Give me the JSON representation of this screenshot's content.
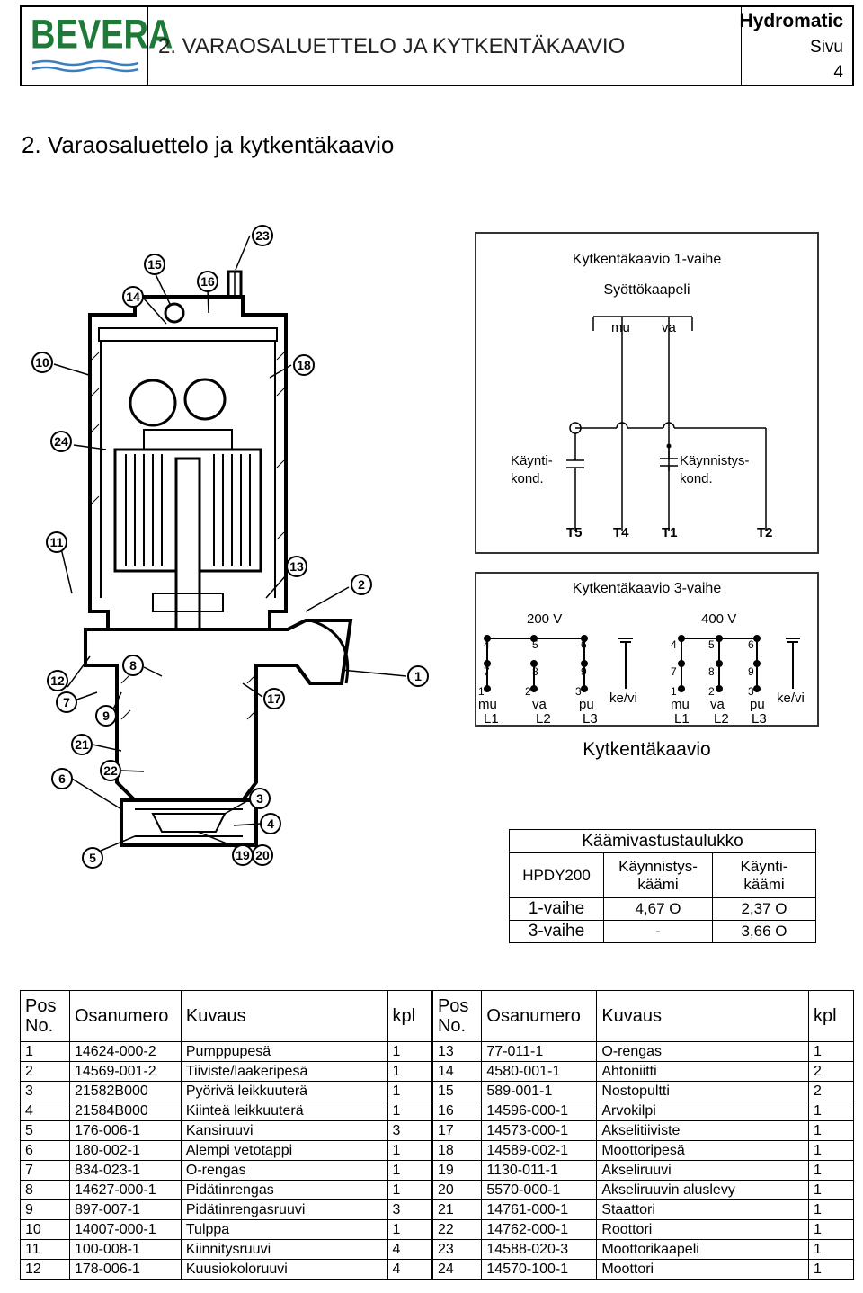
{
  "header": {
    "logo": "BEVERA",
    "title": "2. VARAOSALUETTELO JA KYTKENTÄKAAVIO",
    "brand": "Hydromatic",
    "page_label": "Sivu",
    "page_number": "4"
  },
  "section_title": "2. Varaosaluettelo ja kytkentäkaavio",
  "pump_diagram": {
    "callouts": [
      "23",
      "15",
      "16",
      "14",
      "10",
      "18",
      "24",
      "11",
      "13",
      "2",
      "8",
      "12",
      "7",
      "9",
      "17",
      "1",
      "21",
      "22",
      "6",
      "3",
      "4",
      "5",
      "19",
      "20"
    ]
  },
  "wiring_1phase": {
    "title": "Kytkentäkaavio 1-vaihe",
    "cable_label": "Syöttökaapeli",
    "wire_a": "mu",
    "wire_b": "va",
    "run_cap_line1": "Käynti-",
    "run_cap_line2": "kond.",
    "start_cap_line1": "Käynnistys-",
    "start_cap_line2": "kond.",
    "terminals": [
      "T5",
      "T4",
      "T1",
      "T2"
    ]
  },
  "wiring_3phase": {
    "title": "Kytkentäkaavio 3-vaihe",
    "v200": "200 V",
    "v400": "400 V",
    "top_nums": [
      "4",
      "5",
      "6"
    ],
    "mid_nums": [
      "7",
      "8",
      "9"
    ],
    "bot_nums": [
      "1",
      "2",
      "3"
    ],
    "colors": [
      "mu",
      "va",
      "pu"
    ],
    "phases": [
      "L1",
      "L2",
      "L3"
    ],
    "ground": "ke/vi"
  },
  "diagram_caption": "Kytkentäkaavio",
  "resistance_table": {
    "title": "Käämivastustaulukko",
    "model": "HPDY200",
    "col1_line1": "Käynnistys-",
    "col1_line2": "käämi",
    "col2_line1": "Käynti-",
    "col2_line2": "käämi",
    "rows": [
      {
        "label": "1-vaihe",
        "start": "4,67 O",
        "run": "2,37 O"
      },
      {
        "label": "3-vaihe",
        "start": "-",
        "run": "3,66 O"
      }
    ]
  },
  "parts_table": {
    "headers": {
      "pos_line1": "Pos",
      "pos_line2": "No.",
      "part": "Osanumero",
      "desc": "Kuvaus",
      "qty": "kpl"
    },
    "left": [
      [
        "1",
        "14624-000-2",
        "Pumppupesä",
        "1"
      ],
      [
        "2",
        "14569-001-2",
        "Tiiviste/laakeripesä",
        "1"
      ],
      [
        "3",
        "21582B000",
        "Pyörivä leikkuuterä",
        "1"
      ],
      [
        "4",
        "21584B000",
        "Kiinteä leikkuuterä",
        "1"
      ],
      [
        "5",
        "176-006-1",
        "Kansiruuvi",
        "3"
      ],
      [
        "6",
        "180-002-1",
        "Alempi vetotappi",
        "1"
      ],
      [
        "7",
        "834-023-1",
        "O-rengas",
        "1"
      ],
      [
        "8",
        "14627-000-1",
        "Pidätinrengas",
        "1"
      ],
      [
        "9",
        "897-007-1",
        "Pidätinrengasruuvi",
        "3"
      ],
      [
        "10",
        "14007-000-1",
        "Tulppa",
        "1"
      ],
      [
        "11",
        "100-008-1",
        "Kiinnitysruuvi",
        "4"
      ],
      [
        "12",
        "178-006-1",
        "Kuusiokoloruuvi",
        "4"
      ]
    ],
    "right": [
      [
        "13",
        "77-011-1",
        "O-rengas",
        "1"
      ],
      [
        "14",
        "4580-001-1",
        "Ahtoniitti",
        "2"
      ],
      [
        "15",
        "589-001-1",
        "Nostopultti",
        "2"
      ],
      [
        "16",
        "14596-000-1",
        "Arvokilpi",
        "1"
      ],
      [
        "17",
        "14573-000-1",
        "Akselitiiviste",
        "1"
      ],
      [
        "18",
        "14589-002-1",
        "Moottoripesä",
        "1"
      ],
      [
        "19",
        "1130-011-1",
        "Akseliruuvi",
        "1"
      ],
      [
        "20",
        "5570-000-1",
        "Akseliruuvin aluslevy",
        "1"
      ],
      [
        "21",
        "14761-000-1",
        "Staattori",
        "1"
      ],
      [
        "22",
        "14762-000-1",
        "Roottori",
        "1"
      ],
      [
        "23",
        "14588-020-3",
        "Moottorikaapeli",
        "1"
      ],
      [
        "24",
        "14570-100-1",
        "Moottori",
        "1"
      ]
    ]
  }
}
